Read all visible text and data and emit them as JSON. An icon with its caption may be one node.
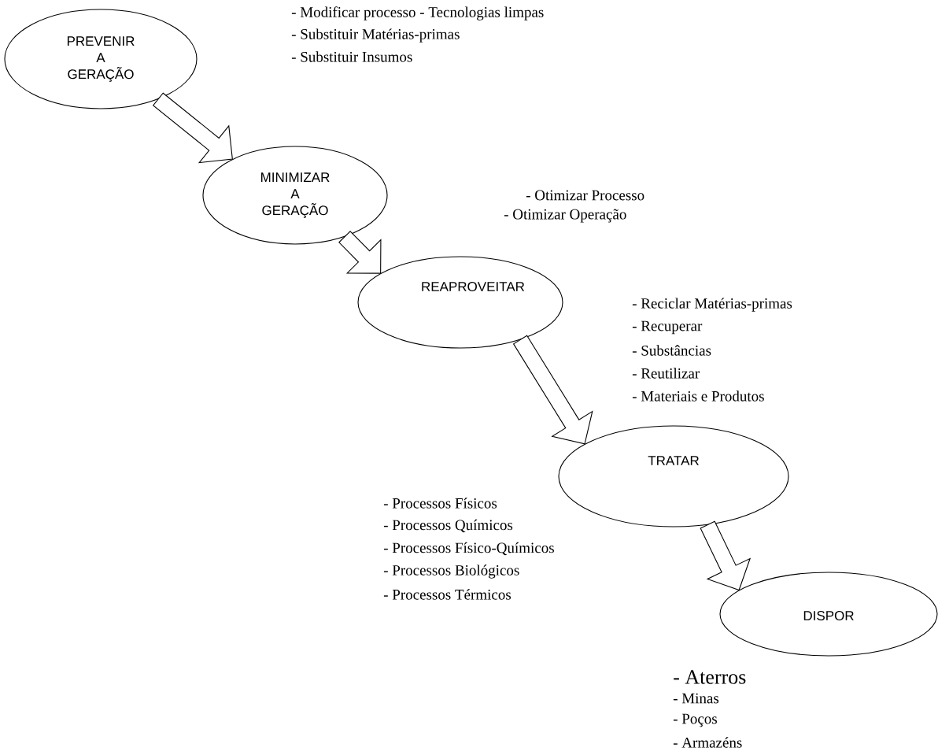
{
  "diagram": {
    "nodes": [
      {
        "text": [
          "PREVENIR A GERAÇÃO"
        ],
        "beside": [
          "- Modificar processo -  Tecnologias limpas",
          "- Substituir Matérias-primas",
          "- Substituir Insumos"
        ]
      },
      {
        "text": [
          "MINIMIZAR A GERAÇÃO"
        ],
        "beside": [
          "- Otimizar Processo",
          "- Otimizar Operação"
        ]
      },
      {
        "text": [
          "REAPROVEITAR"
        ],
        "beside": [
          "- Reciclar Matérias-primas",
          "- Recuperar",
          "- Substâncias",
          "- Reutilizar",
          "- Materiais e Produtos"
        ]
      },
      {
        "text": [
          "TRATAR"
        ],
        "beside": [
          "- Processos Físicos",
          "- Processos Químicos",
          "- Processos Físico-Químicos",
          "- Processos Biológicos",
          "- Processos Térmicos"
        ]
      },
      {
        "text": [
          "DISPOR"
        ],
        "beside": [
          "- Aterros",
          "- Minas",
          "- Poços",
          "- Armazéns"
        ]
      }
    ],
    "edges": [
      {
        "from": 0,
        "to": 1,
        "arrow": "to"
      },
      {
        "from": 1,
        "to": 2,
        "arrow": "to"
      },
      {
        "from": 2,
        "to": 3,
        "arrow": "to"
      },
      {
        "from": 3,
        "to": 4,
        "arrow": "to"
      }
    ]
  }
}
